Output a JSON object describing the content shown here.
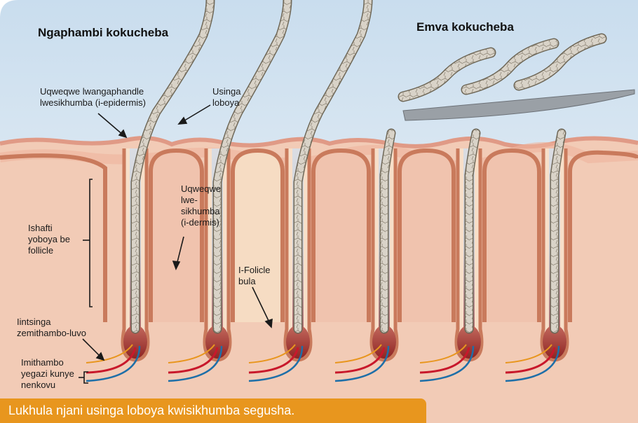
{
  "titles": {
    "before": "Ngaphambi kokucheba",
    "after": "Emva kokucheba"
  },
  "labels": {
    "epidermis": "Uqweqwe lwangaphandle\nlwesikhumba (i-epidermis)",
    "hair_shaft": "Usinga\nloboya",
    "dermis": "Uqweqwe\nlwe-\nsikhumba\n(i-dermis)",
    "follicle_shaft": "Ishafti\nyoboya be\nfollicle",
    "follicle_bulb": "I-Folicle\nbula",
    "nerves": "Iintsinga\nzemithambo-luvo",
    "vessels": "Imithambo\nyegazi kunye\nnenkovu"
  },
  "caption": "Lukhula njani usinga loboya kwisikhumba segusha.",
  "colors": {
    "sky_top": "#cfe0ef",
    "skin_outer": "#eab59f",
    "skin_inner": "#f2cbb6",
    "follicle_wall": "#c97a5c",
    "follicle_pale": "#f6dcc3",
    "bulb": "#a3322b",
    "nerve": "#e8961e",
    "artery": "#c8182b",
    "vein": "#1e6fa8",
    "caption_bg": "#e8961e",
    "blade": "#9aa0a6"
  }
}
